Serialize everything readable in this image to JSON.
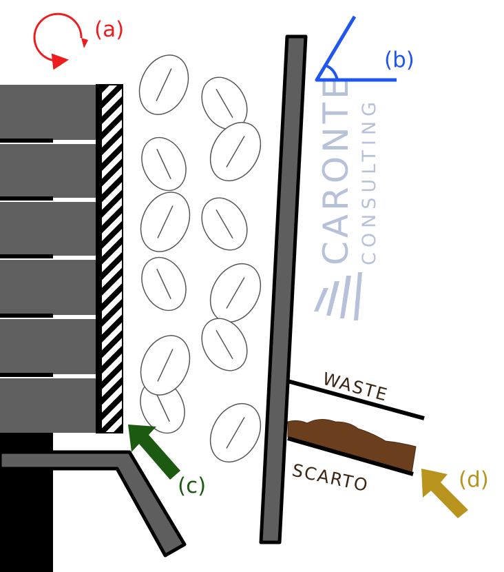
{
  "labels": {
    "a": "(a)",
    "b": "(b)",
    "c": "(c)",
    "d": "(d)"
  },
  "waste_label": "WASTE",
  "scarto_label": "SCARTO",
  "watermark": {
    "name": "CARONTE",
    "tagline": "CONSULTING"
  },
  "colors": {
    "label_a": "#ee1c1c",
    "label_b": "#1f55f0",
    "label_c": "#1c5a12",
    "label_d": "#b8941e",
    "grinder": "#5f5f5f",
    "base": "#000000",
    "plate": "#5e5e5e",
    "chute": "#555555",
    "grounds": "#6b3f1e",
    "watermark": "#b7c1d9"
  }
}
